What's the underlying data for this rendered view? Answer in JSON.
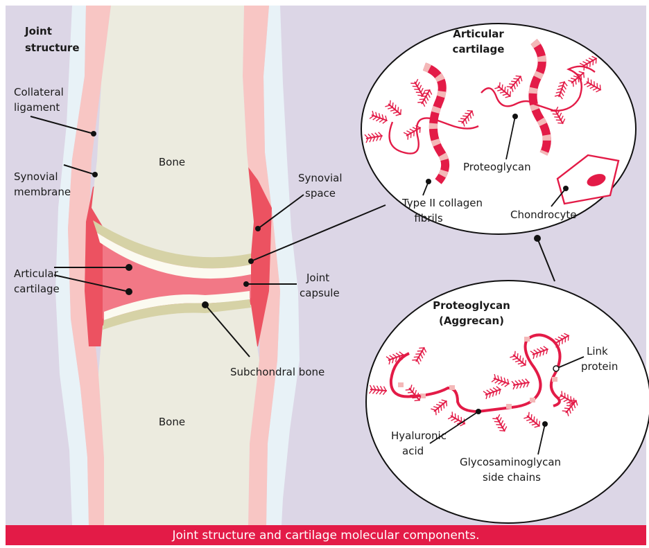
{
  "caption": "Joint structure and cartilage molecular components.",
  "labels": {
    "joint_structure": [
      "Joint",
      "structure"
    ],
    "collateral_ligament": [
      "Collateral",
      "ligament"
    ],
    "synovial_membrane": [
      "Synovial",
      "membrane"
    ],
    "articular_cartilage": [
      "Articular",
      "cartilage"
    ],
    "bone_top": "Bone",
    "bone_bottom": "Bone",
    "synovial_space": [
      "Synovial",
      "space"
    ],
    "joint_capsule": [
      "Joint",
      "capsule"
    ],
    "subchondral_bone": "Subchondral bone"
  },
  "inset_cartilage": {
    "title": [
      "Articular",
      "cartilage"
    ],
    "proteoglycan": "Proteoglycan",
    "collagen": [
      "Type II collagen",
      "fibrils"
    ],
    "chondrocyte": "Chondrocyte"
  },
  "inset_proteoglycan": {
    "title": [
      "Proteoglycan",
      "(Aggrecan)"
    ],
    "link_protein": [
      "Link",
      "protein"
    ],
    "hyaluronic_acid": [
      "Hyaluronic",
      "acid"
    ],
    "gag_chains": [
      "Glycosaminoglycan",
      "side chains"
    ]
  },
  "colors": {
    "background": "#dcd6e6",
    "skin": "#e8f2f7",
    "ligament": "#f8c6c4",
    "bone": "#ecebdf",
    "cartilage": "#d6d2a6",
    "synovial": "#ec5261",
    "accent": "#e31b47"
  }
}
